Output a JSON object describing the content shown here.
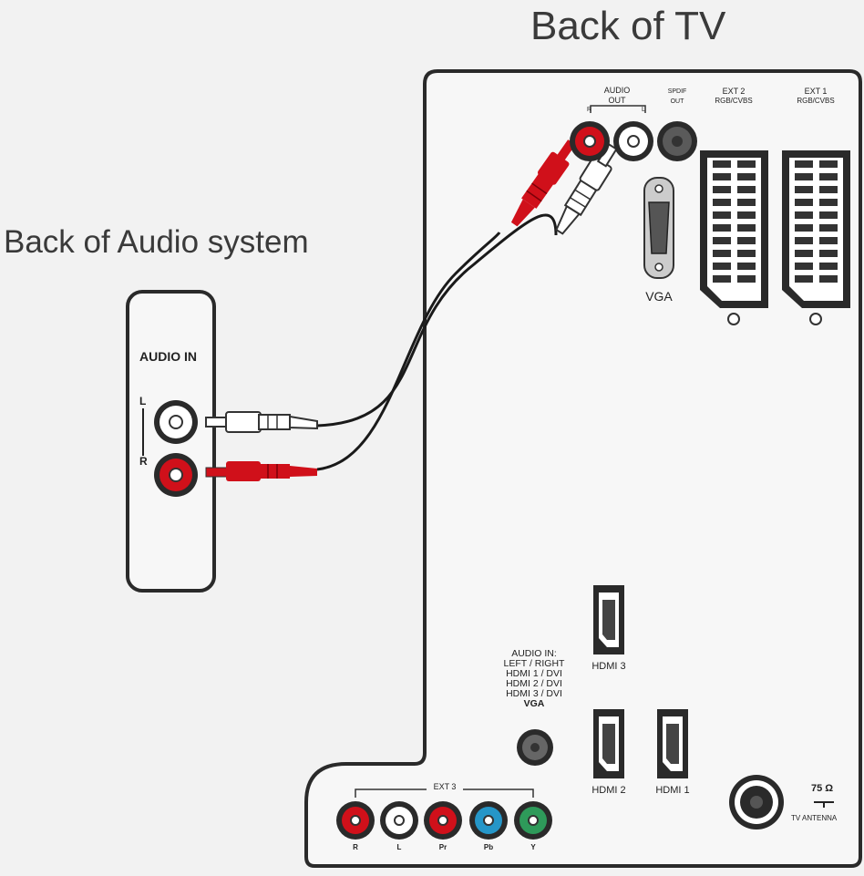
{
  "titles": {
    "tv": "Back of TV",
    "audio_system": "Back of Audio system"
  },
  "audio_system": {
    "panel_label": "AUDIO IN",
    "left_label": "L",
    "right_label": "R"
  },
  "tv_panel": {
    "audio_out_label": "AUDIO",
    "audio_out_sub": "OUT",
    "audio_out_r": "R",
    "audio_out_l": "L",
    "spdif_label_1": "SPDIF",
    "spdif_label_2": "OUT",
    "ext2_label_1": "EXT 2",
    "ext2_label_2": "RGB/CVBS",
    "ext1_label_1": "EXT 1",
    "ext1_label_2": "RGB/CVBS",
    "vga_label": "VGA",
    "hdmi3_label": "HDMI 3",
    "hdmi2_label": "HDMI 2",
    "hdmi1_label": "HDMI 1",
    "audio_in_lines": [
      "AUDIO IN:",
      "LEFT / RIGHT",
      "HDMI 1 / DVI",
      "HDMI 2 / DVI",
      "HDMI 3 / DVI",
      "VGA"
    ],
    "antenna_label_1": "75 Ω",
    "antenna_label_2": "TV ANTENNA",
    "ext3_label": "EXT 3",
    "ext3_ports": [
      "R",
      "L",
      "Pr",
      "Pb",
      "Y"
    ]
  },
  "colors": {
    "red": "#d0101a",
    "white": "#ffffff",
    "dark": "#333333",
    "blue": "#2596c8",
    "green": "#2e9a5a",
    "outline": "#222222"
  }
}
